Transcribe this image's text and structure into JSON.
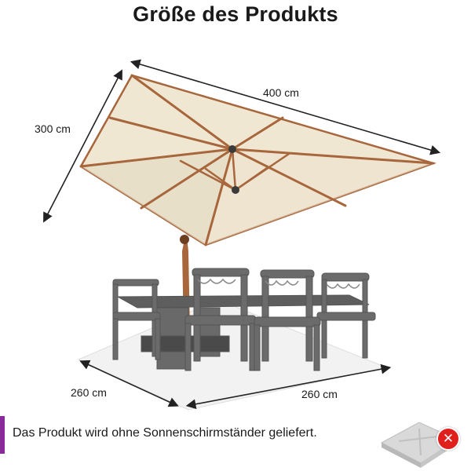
{
  "title": "Größe des Produkts",
  "dimensions": {
    "canopy_length": "400 cm",
    "canopy_width": "300 cm",
    "area_depth": "260 cm",
    "area_width": "260 cm"
  },
  "notice": {
    "text": "Das Produkt wird ohne Sonnenschirmständer geliefert.",
    "badge_symbol": "✕"
  },
  "colors": {
    "canopy": "#efe7d2",
    "frame_wood": "#a8663c",
    "chairs": "#6b6b6b",
    "accent": "#8a2a9a",
    "badge": "#e0201c"
  },
  "icons": {
    "umbrella": "cantilever-umbrella-illustration",
    "furniture": "dining-set-illustration",
    "stand": "umbrella-base-icon",
    "excluded": "close-icon"
  }
}
